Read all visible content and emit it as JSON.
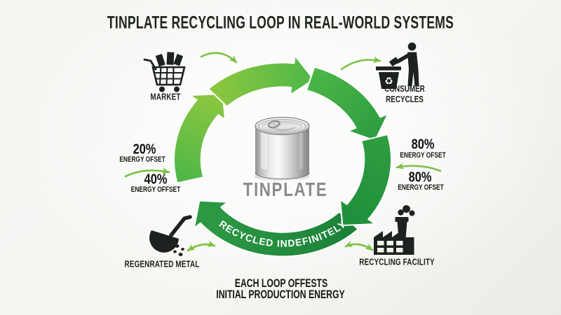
{
  "title": "TINPLATE RECYCLING LOOP IN REAL-WORLD SYSTEMS",
  "center": {
    "product_label": "TINPLATE",
    "icon": "tin-can-illustration"
  },
  "loop": {
    "ribbon_label": "RECYCLED INDEFINITELY",
    "direction": "clockwise",
    "segments": 4
  },
  "nodes": {
    "market": {
      "label": "MARKET",
      "icon": "shopping-cart-icon"
    },
    "consumer": {
      "label_line1": "CONSUMER",
      "label_line2": "RECYCLES",
      "icon": "person-recycling-icon"
    },
    "facility": {
      "label": "RECYCLING FACILITY",
      "icon": "factory-icon"
    },
    "regenerated": {
      "label": "REGENRATED METAL",
      "icon": "ladle-pouring-metal-icon"
    }
  },
  "stats": {
    "left_top": {
      "value": "20%",
      "label": "ENERGY OFSET"
    },
    "left_bottom": {
      "value": "40%",
      "label": "ENERGY OFFSET"
    },
    "right_top": {
      "value": "80%",
      "label": "ENERGY OFSET"
    },
    "right_bottom": {
      "value": "80%",
      "label": "ENERGY OFSET"
    }
  },
  "footer": {
    "line1": "EACH LOOP OFFESTS",
    "line2": "INITIAL PRODUCTION ENERGY"
  },
  "glyphs": {
    "recycle": "♻"
  },
  "colors": {
    "background": "#f4f4f1",
    "arrow_light": "#8ec73f",
    "arrow_mid": "#4db748",
    "arrow_deep": "#2f9e41",
    "arrow_dark": "#1f8e3c",
    "ribbon_light": "#2e9a45",
    "ribbon_dark": "#1b8038",
    "thin_arrow": "#7bc143",
    "icon": "#1d221e",
    "title_text": "#20251f",
    "tinplate_text": "#8b8b8b"
  }
}
